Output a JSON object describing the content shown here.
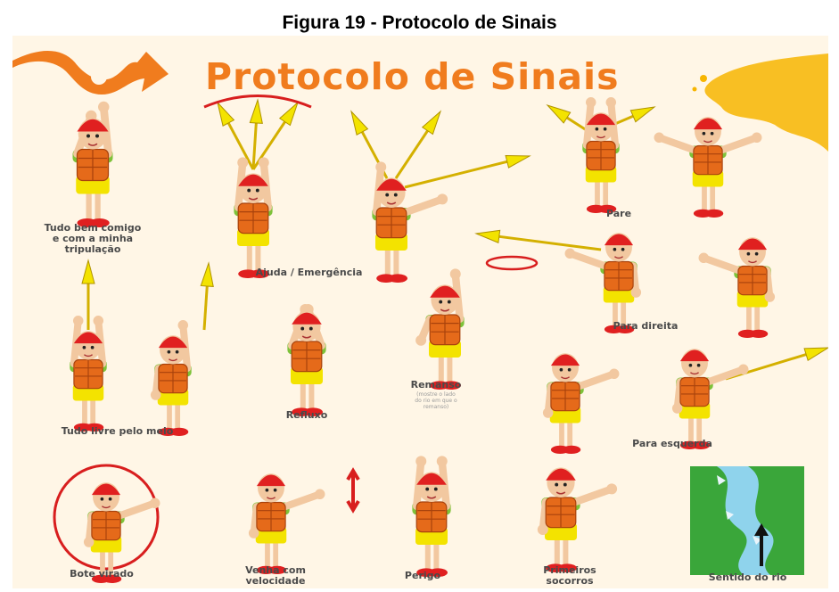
{
  "caption": "Figura 19 - Protocolo de Sinais",
  "poster": {
    "title": "Protocolo de Sinais",
    "colors": {
      "title": "#f07c1e",
      "helmet": "#e02020",
      "vest": "#e56a1a",
      "shirt": "#7ec23a",
      "shorts": "#f3e300",
      "paddle": "#f3e300",
      "arc": "#d81e1e",
      "river_bank": "#3aa63a",
      "river_water": "#8fd3ec"
    },
    "signals": [
      {
        "id": "tudo-bem",
        "label": "Tudo bem comigo\ne com a minha\ntripulação"
      },
      {
        "id": "ajuda",
        "label": "Ajuda / Emergência"
      },
      {
        "id": "pare",
        "label": "Pare"
      },
      {
        "id": "para-direita",
        "label": "Para direita"
      },
      {
        "id": "tudo-livre",
        "label": "Tudo livre pelo meio"
      },
      {
        "id": "refluxo",
        "label": "Refluxo"
      },
      {
        "id": "remanso",
        "label": "Remanso",
        "sublabel": "(mostre o lado\ndo rio em que o\nremanso)"
      },
      {
        "id": "para-esquerda",
        "label": "Para esquerda"
      },
      {
        "id": "bote-virado",
        "label": "Bote virado"
      },
      {
        "id": "venha",
        "label": "Venha com\nvelocidade"
      },
      {
        "id": "perigo",
        "label": "Perigo"
      },
      {
        "id": "primeiros-socorros",
        "label": "Primeiros\nsocorros"
      },
      {
        "id": "sentido-rio",
        "label": "Sentido do rio"
      }
    ]
  }
}
